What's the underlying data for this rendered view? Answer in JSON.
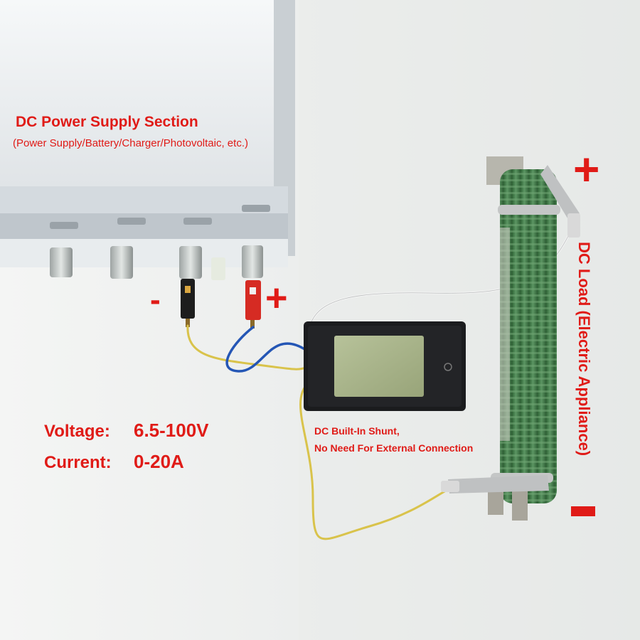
{
  "power_supply": {
    "title": "DC Power Supply Section",
    "subtitle": "(Power Supply/Battery/Charger/Photovoltaic, etc.)",
    "negative_sign": "-",
    "positive_sign": "+"
  },
  "specs": {
    "voltage_label": "Voltage:",
    "voltage_value": "6.5-100V",
    "current_label": "Current:",
    "current_value": "0-20A"
  },
  "shunt_note": {
    "line1": "DC Built-In Shunt,",
    "line2": "No Need For External Connection"
  },
  "load": {
    "label": "DC Load (Electric Appliance)",
    "positive_sign": "+",
    "negative_sign": "-"
  },
  "colors": {
    "annotation": "#e01b17",
    "wall": "#eef0ef",
    "resistor": "#3f7a45",
    "meter_body": "#1b1c1e",
    "meter_screen": "#a9b58a"
  }
}
